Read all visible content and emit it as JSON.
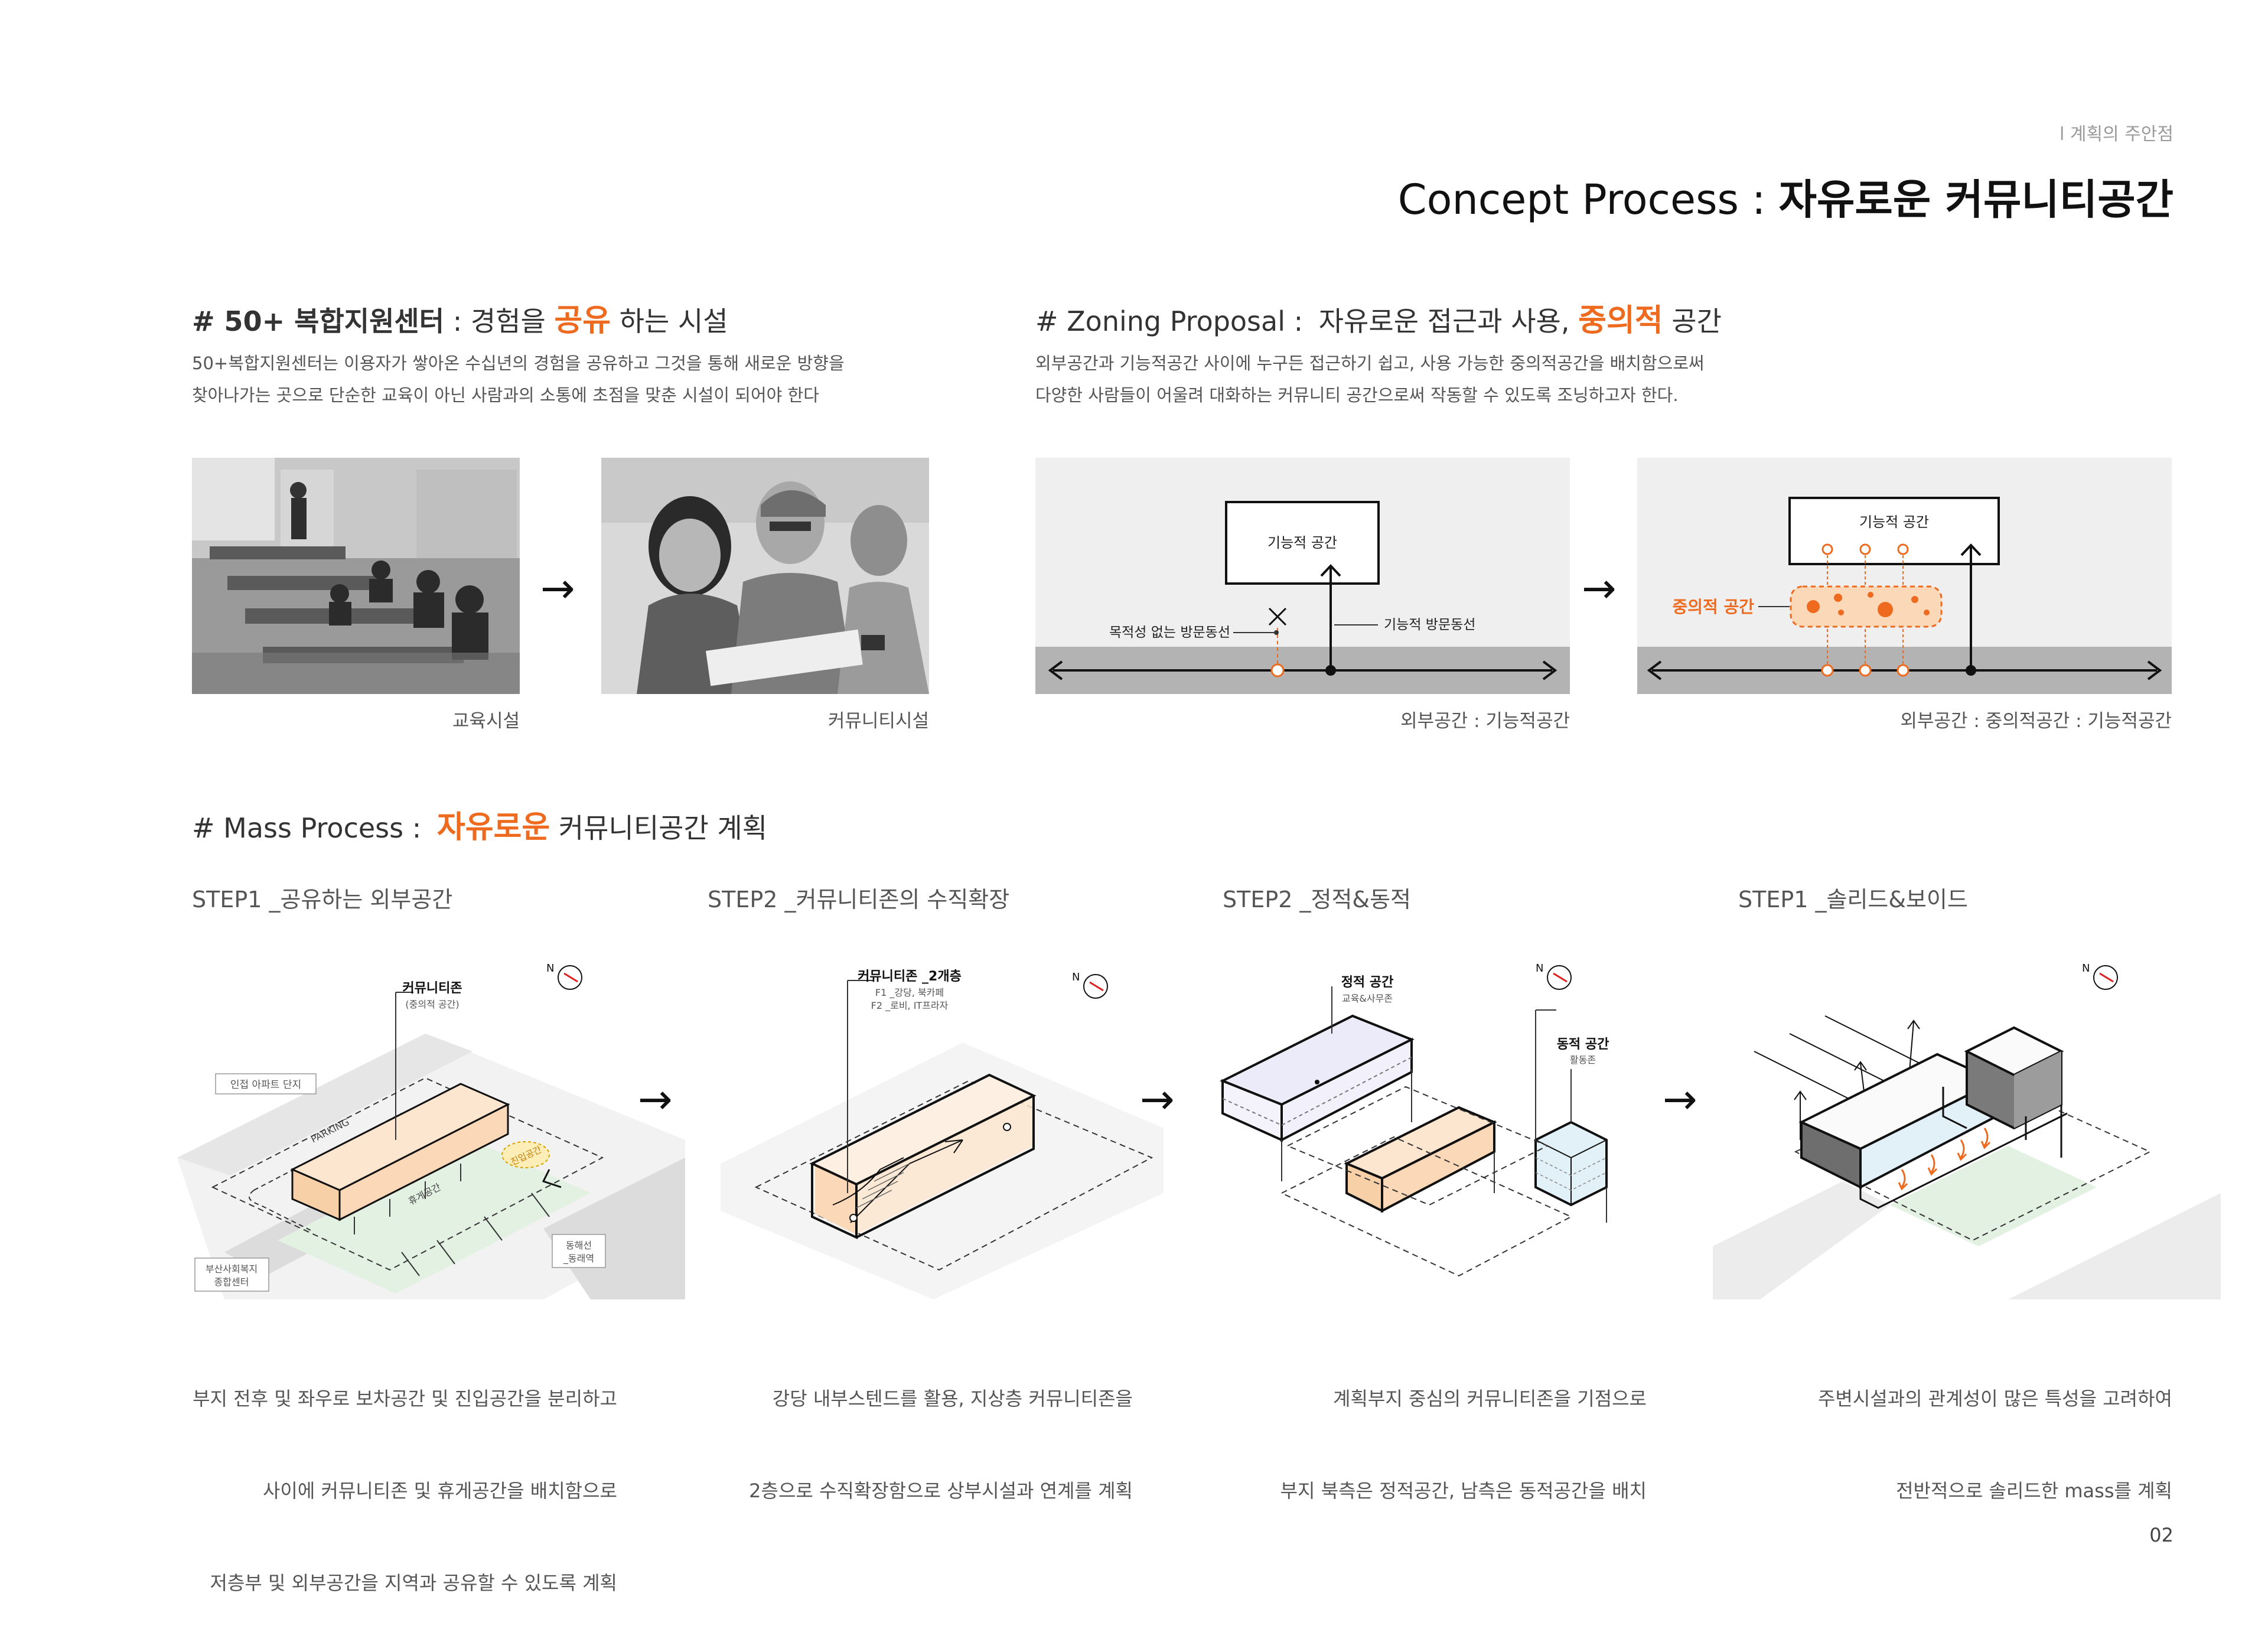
{
  "header": {
    "section": "l 계획의 주안점",
    "title_en": "Concept Process",
    "title_sep": ":",
    "title_ko": "자유로운 커뮤니티공간"
  },
  "left_block": {
    "heading_prefix": "# 50+ 복합지원센터",
    "heading_sep": ":",
    "heading_pre": "경험을",
    "heading_hl": "공유",
    "heading_post": "하는 시설",
    "body_lines": [
      "50+복합지원센터는 이용자가 쌓아온 수십년의 경험을 공유하고 그것을 통해 새로운 방향을",
      "찾아나가는 곳으로 단순한 교육이 아닌 사람과의 소통에 초점을 맞춘 시설이 되어야 한다"
    ],
    "caption_1": "교육시설",
    "caption_2": "커뮤니티시설"
  },
  "right_block": {
    "heading_prefix": "# Zoning Proposal",
    "heading_sep": ":",
    "heading_pre": "자유로운 접근과 사용,",
    "heading_hl": "중의적",
    "heading_post": "공간",
    "body_lines": [
      "외부공간과 기능적공간 사이에 누구든 접근하기 쉽고, 사용 가능한 중의적공간을 배치함으로써",
      "다양한 사람들이 어울려 대화하는 커뮤니티 공간으로써 작동할 수 있도록 조닝하고자 한다."
    ],
    "diagram1": {
      "box_label": "기능적 공간",
      "label_left": "목적성 없는 방문동선",
      "label_right": "기능적 방문동선",
      "caption": "외부공간 : 기능적공간"
    },
    "diagram2": {
      "box_label": "기능적 공간",
      "label_mid": "중의적 공간",
      "caption": "외부공간 : 중의적공간 : 기능적공간"
    }
  },
  "mass": {
    "heading_prefix": "# Mass Process",
    "heading_sep": ":",
    "heading_hl": "자유로운",
    "heading_post": "커뮤니티공간 계획",
    "steps": [
      {
        "title": "STEP1 _공유하는 외부공간",
        "labels": {
          "zone": "커뮤니티존",
          "zone_sub": "(중의적 공간)",
          "apt": "인접 아파트 단지",
          "parking": "PARKING",
          "rest": "휴게공간",
          "entry": "진입공간",
          "station_1": "동해선",
          "station_2": "_동래역",
          "welfare_1": "부산사회복지",
          "welfare_2": "종합센터"
        },
        "desc": [
          "부지 전후 및 좌우로 보차공간 및 진입공간을 분리하고",
          "사이에 커뮤니티존 및 휴게공간을 배치함으로",
          "저층부 및 외부공간을 지역과 공유할 수 있도록 계획"
        ]
      },
      {
        "title": "STEP2 _커뮤니티존의 수직확장",
        "labels": {
          "zone": "커뮤니티존 _2개층",
          "f1": "F1 _강당, 북카페",
          "f2": "F2 _로비, IT프라자"
        },
        "desc": [
          "강당 내부스텐드를 활용, 지상층 커뮤니티존을",
          "2층으로 수직확장함으로 상부시설과 연계를 계획"
        ]
      },
      {
        "title": "STEP2 _정적&동적",
        "labels": {
          "static": "정적 공간",
          "static_sub": "교육&사무존",
          "dynamic": "동적 공간",
          "dynamic_sub": "활동존"
        },
        "desc": [
          "계획부지 중심의 커뮤니티존을 기점으로",
          "부지 북측은 정적공간, 남측은 동적공간을 배치"
        ]
      },
      {
        "title": "STEP1 _솔리드&보이드",
        "labels": {},
        "desc": [
          "주변시설과의 관계성이 많은 특성을 고려하여",
          "전반적으로 솔리드한 mass를 계획"
        ]
      }
    ]
  },
  "arrow_glyph": "→",
  "page_number": "02",
  "colors": {
    "accent": "#ee6a1f",
    "light_orange": "#fbd9b8",
    "panel_gray": "#efefef",
    "ground_gray": "#b3b3b3",
    "static_purple": "#ecebfa",
    "dynamic_blue": "#e2f1f8",
    "green_zone": "#e3f1e3"
  }
}
